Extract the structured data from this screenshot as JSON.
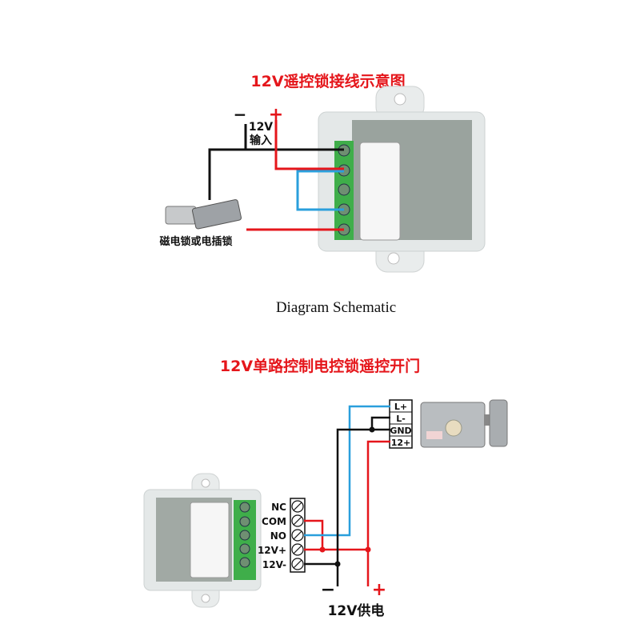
{
  "top": {
    "title": "12V遥控锁接线示意图",
    "minus": "−",
    "plus": "+",
    "input_voltage": "12V",
    "input_label": "输入",
    "lock_label": "磁电锁或电插锁"
  },
  "caption": "Diagram Schematic",
  "bottom": {
    "title": "12V单路控制电控锁遥控开门",
    "relay_terminals": [
      "NC",
      "COM",
      "NO",
      "12V+",
      "12V-"
    ],
    "lock_terminals": [
      "L+",
      "L-",
      "GND",
      "12+"
    ],
    "minus": "−",
    "plus": "+",
    "supply_label": "12V供电"
  },
  "colors": {
    "red": "#e5161b",
    "blue": "#2a9fdc",
    "black": "#111111",
    "terminal_green": "#3fae4a"
  }
}
